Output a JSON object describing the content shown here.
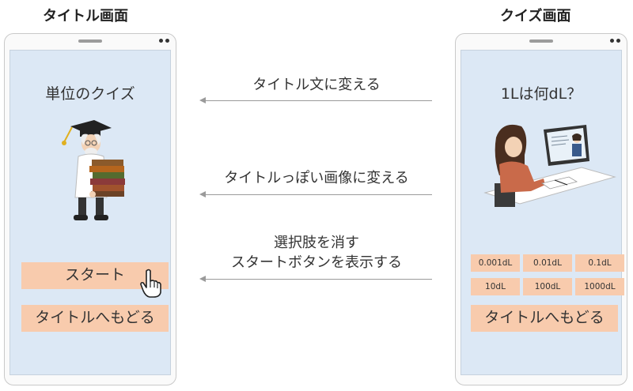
{
  "title_screen": {
    "label": "タイトル画面",
    "heading": "単位のクイズ",
    "start_button": "スタート",
    "back_button": "タイトルへもどる"
  },
  "quiz_screen": {
    "label": "クイズ画面",
    "question": "1Lは何dL？",
    "options": [
      "0.001dL",
      "0.01dL",
      "0.1dL",
      "10dL",
      "100dL",
      "1000dL"
    ],
    "back_button": "タイトルへもどる"
  },
  "transitions": [
    {
      "lines": [
        "タイトル文に変える"
      ]
    },
    {
      "lines": [
        "タイトルっぽい画像に変える"
      ]
    },
    {
      "lines": [
        "選択肢を消す",
        "スタートボタンを表示する"
      ]
    }
  ],
  "illustrations": {
    "title_image": "professor-carrying-books-illustration",
    "quiz_image": "student-online-learning-illustration",
    "cursor": "hand-pointer-icon"
  },
  "colors": {
    "screen_bg": "#dce8f5",
    "button_bg": "#f8cbad",
    "arrow": "#9a9a9a"
  }
}
